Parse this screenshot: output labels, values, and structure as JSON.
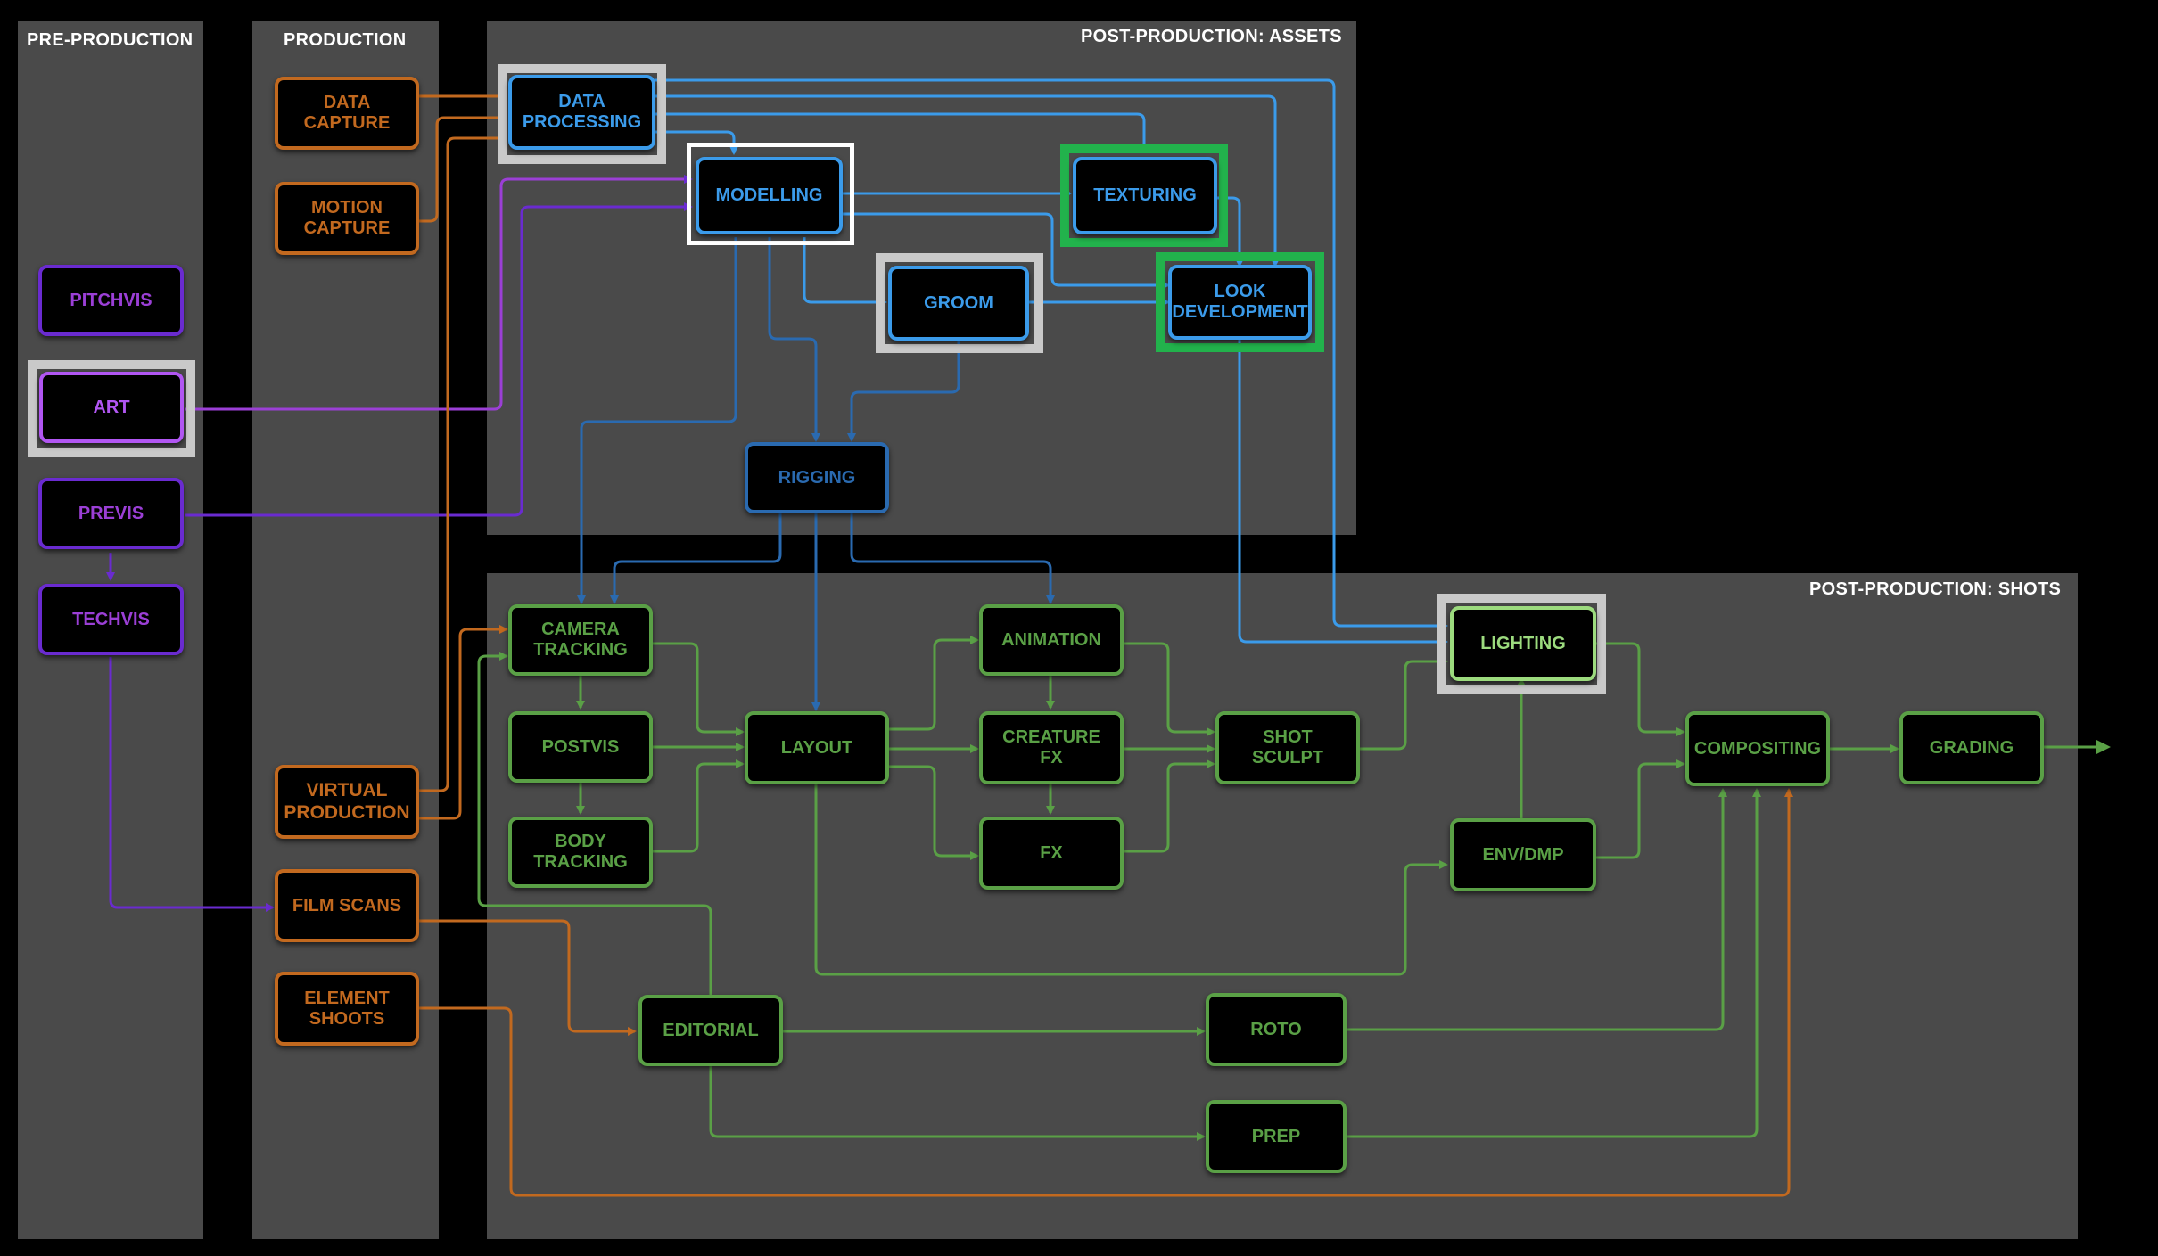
{
  "panels": {
    "pre_production": "PRE-PRODUCTION",
    "production": "PRODUCTION",
    "post_assets": "POST-PRODUCTION: ASSETS",
    "post_shots": "POST-PRODUCTION: SHOTS"
  },
  "colors": {
    "pre": "#9b3fd6",
    "pre_line": "#6a2bd0",
    "production": "#c2691f",
    "assets": "#3b9bea",
    "assets_dark": "#2a6ab0",
    "shots": "#5aa046",
    "highlight_white": "#ffffff",
    "highlight_grey": "#c9c9c9",
    "highlight_green": "#22b24c"
  },
  "nodes": {
    "pitchvis": "PITCHVIS",
    "art": "ART",
    "previs": "PREVIS",
    "techvis": "TECHVIS",
    "data_capture": "DATA\nCAPTURE",
    "motion_capture": "MOTION\nCAPTURE",
    "virtual_production": "VIRTUAL\nPRODUCTION",
    "film_scans": "FILM SCANS",
    "element_shoots": "ELEMENT\nSHOOTS",
    "data_processing": "DATA\nPROCESSING",
    "modelling": "MODELLING",
    "texturing": "TEXTURING",
    "groom": "GROOM",
    "look_development": "LOOK\nDEVELOPMENT",
    "rigging": "RIGGING",
    "camera_tracking": "CAMERA\nTRACKING",
    "postvis": "POSTVIS",
    "body_tracking": "BODY\nTRACKING",
    "layout": "LAYOUT",
    "animation": "ANIMATION",
    "creature_fx": "CREATURE\nFX",
    "fx": "FX",
    "shot_sculpt": "SHOT\nSCULPT",
    "lighting": "LIGHTING",
    "env_dmp": "ENV/DMP",
    "compositing": "COMPOSITING",
    "grading": "GRADING",
    "editorial": "EDITORIAL",
    "roto": "ROTO",
    "prep": "PREP"
  }
}
